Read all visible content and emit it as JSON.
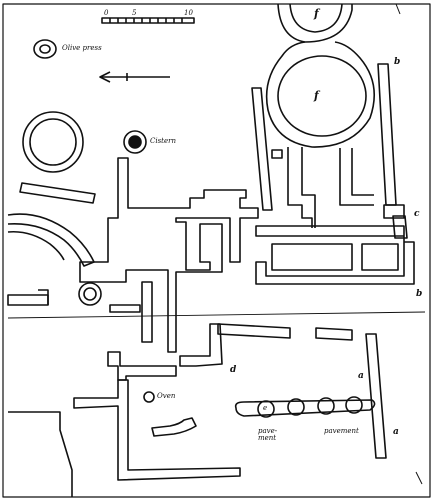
{
  "scale_bar": {
    "ticks": [
      "0",
      "5",
      "10"
    ]
  },
  "labels": {
    "olive_press": "Olive press",
    "cistern": "Cistern",
    "oven": "Oven",
    "pavement_left": "pave-\nment",
    "pavement_right": "pavement",
    "f_upper": "f",
    "f_lower": "f",
    "b": "b",
    "b_lower": "b",
    "a": "a",
    "a_lower": "a",
    "c": "c",
    "d": "d",
    "e": "e"
  },
  "colors": {
    "ink": "#111111",
    "paper": "#ffffff"
  }
}
